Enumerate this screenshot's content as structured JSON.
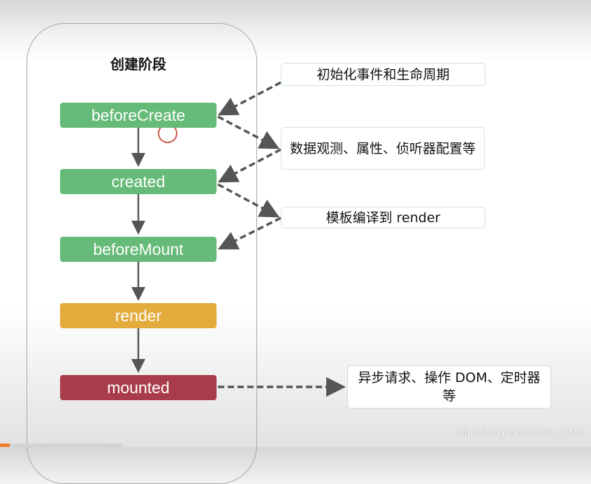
{
  "diagram": {
    "stage_title": "创建阶段",
    "hooks": [
      {
        "label": "beforeCreate",
        "color": "#66bb78"
      },
      {
        "label": "created",
        "color": "#66bb78"
      },
      {
        "label": "beforeMount",
        "color": "#66bb78"
      },
      {
        "label": "render",
        "color": "#e3ab3b"
      },
      {
        "label": "mounted",
        "color": "#a93c4a"
      }
    ],
    "notes": [
      {
        "text": "初始化事件和生命周期"
      },
      {
        "text": "数据观测、属性、侦听器配置等"
      },
      {
        "text": "模板编译到 render"
      },
      {
        "text": "异步请求、操作 DOM、定时器等"
      }
    ]
  },
  "watermark": "https://blog.csdn.net/sx_lidan",
  "video_progress": 0.08
}
